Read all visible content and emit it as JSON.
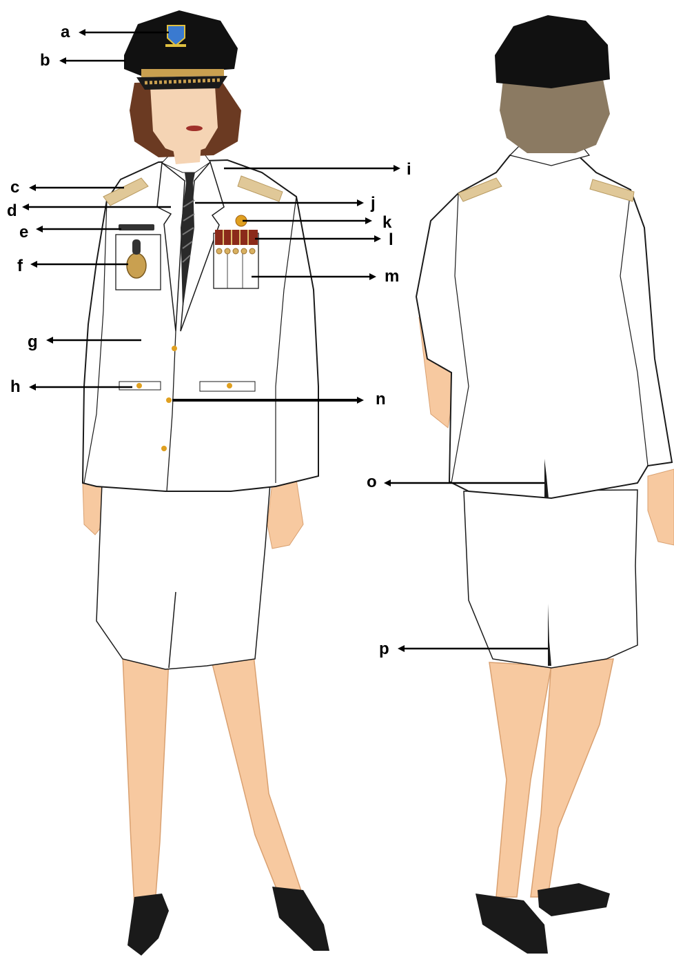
{
  "labels": {
    "a": "a",
    "b": "b",
    "c": "c",
    "d": "d",
    "e": "e",
    "f": "f",
    "g": "g",
    "h": "h",
    "i": "i",
    "j": "j",
    "k": "k",
    "l": "l",
    "m": "m",
    "n": "n",
    "o": "o",
    "p": "p"
  },
  "colors": {
    "uniform": "#ffffff",
    "outline": "#1a1a1a",
    "skin": "#f7c9a0",
    "skin_shade": "#e2a878",
    "hair": "#6b3a22",
    "hair_back": "#8b7a62",
    "cap": "#111111",
    "insignia_gold": "#d8b060",
    "epaulette": "#e0c898",
    "tie": "#2a2a2a",
    "ribbons": "#8b2a1a",
    "shoe": "#1a1a1a",
    "button": "#e0a020"
  },
  "icons": [
    "cap-badge-icon",
    "cap-chinstrap-icon",
    "epaulette-icon",
    "name-tag-icon",
    "pocket-badge-icon",
    "collar-badge-icon",
    "medal-ribbons-icon",
    "button-icon"
  ]
}
